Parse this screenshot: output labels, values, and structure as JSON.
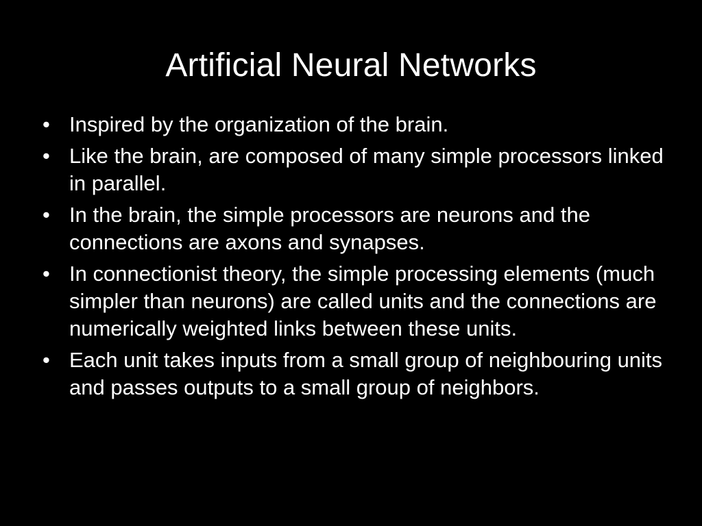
{
  "slide": {
    "title": "Artificial Neural Networks",
    "bullet_symbol": "•",
    "bullets": [
      "Inspired by the organization of the brain.",
      "Like the brain, are composed of many simple processors linked in parallel.",
      "In the brain, the simple processors are neurons and the connections are axons and synapses.",
      "In connectionist theory, the simple processing elements (much simpler than neurons) are called units and the connections are numerically weighted links between these units.",
      "Each unit takes inputs from a small group of neighbouring units and passes outputs to a small group of neighbors."
    ]
  },
  "colors": {
    "background": "#000000",
    "text": "#ffffff"
  }
}
